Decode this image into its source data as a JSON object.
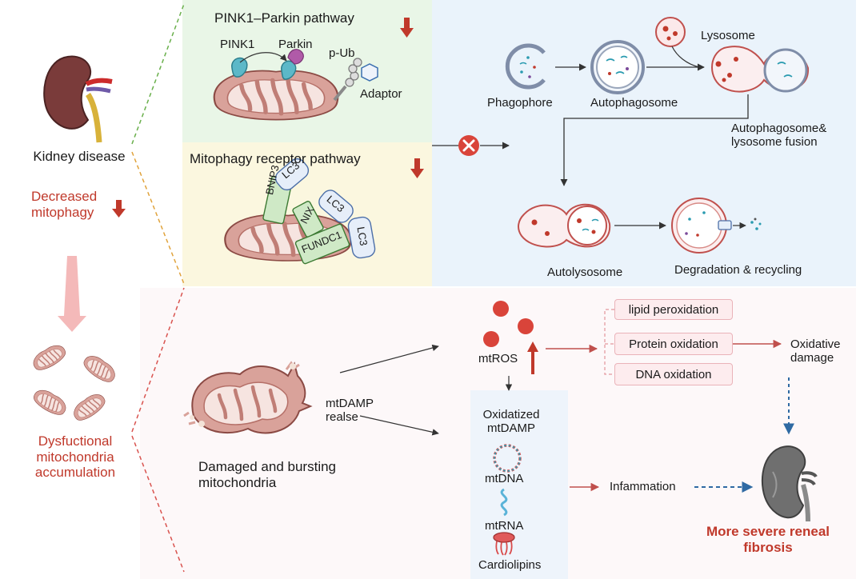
{
  "left": {
    "kidney_disease": "Kidney disease",
    "decreased_mitophagy": "Decreased mitophagy",
    "dysfunctional": "Dysfuctional mitochondria accumulation"
  },
  "pink1_panel": {
    "title": "PINK1–Parkin pathway",
    "pink1": "PINK1",
    "parkin": "Parkin",
    "pub": "p-Ub",
    "adaptor": "Adaptor"
  },
  "receptor_panel": {
    "title": "Mitophagy receptor pathway",
    "bnip3": "BNIP3",
    "nix": "NIX",
    "fundc1": "FUNDC1",
    "lc3": "LC3"
  },
  "autophagy": {
    "phagophore": "Phagophore",
    "autophagosome": "Autophagosome",
    "lysosome": "Lysosome",
    "fusion": "Autophagosome& lysosome fusion",
    "autolysosome": "Autolysosome",
    "degradation": "Degradation & recycling"
  },
  "bottom": {
    "mtros": "mtROS",
    "lipid": "lipid peroxidation",
    "protein": "Protein oxidation",
    "dna": "DNA oxidation",
    "oxidative": "Oxidative damage",
    "mtdamp_release": "mtDAMP realse",
    "damaged": "Damaged and bursting mitochondria",
    "oxidized_mtdamp": "Oxidatized mtDAMP",
    "mtdna": "mtDNA",
    "mtrna": "mtRNA",
    "cardiolipins": "Cardiolipins",
    "inflammation": "Infammation",
    "fibrosis": "More severe reneal fibrosis"
  },
  "colors": {
    "red_accent": "#c0392b",
    "mito_fill": "#d9a29a",
    "pink1_bg": "#e9f6e7",
    "receptor_bg": "#fbf7df",
    "autophagy_bg": "#eaf3fb",
    "bottom_bg": "#fdf8f9",
    "blue_dash": "#2f6aa3"
  }
}
